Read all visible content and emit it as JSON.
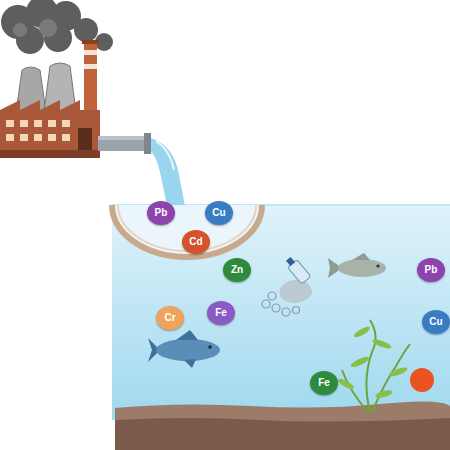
{
  "diagram": {
    "nodes": [
      {
        "text": [
          "Pb"
        ]
      },
      {
        "text": [
          "Cu"
        ]
      },
      {
        "text": [
          "Cd"
        ]
      },
      {
        "text": [
          "Zn"
        ]
      },
      {
        "text": [
          "Cr"
        ]
      },
      {
        "text": [
          "Fe"
        ]
      },
      {
        "text": [
          "Pb"
        ]
      },
      {
        "text": [
          "Cu"
        ]
      },
      {
        "text": [
          "Fe"
        ]
      }
    ]
  }
}
